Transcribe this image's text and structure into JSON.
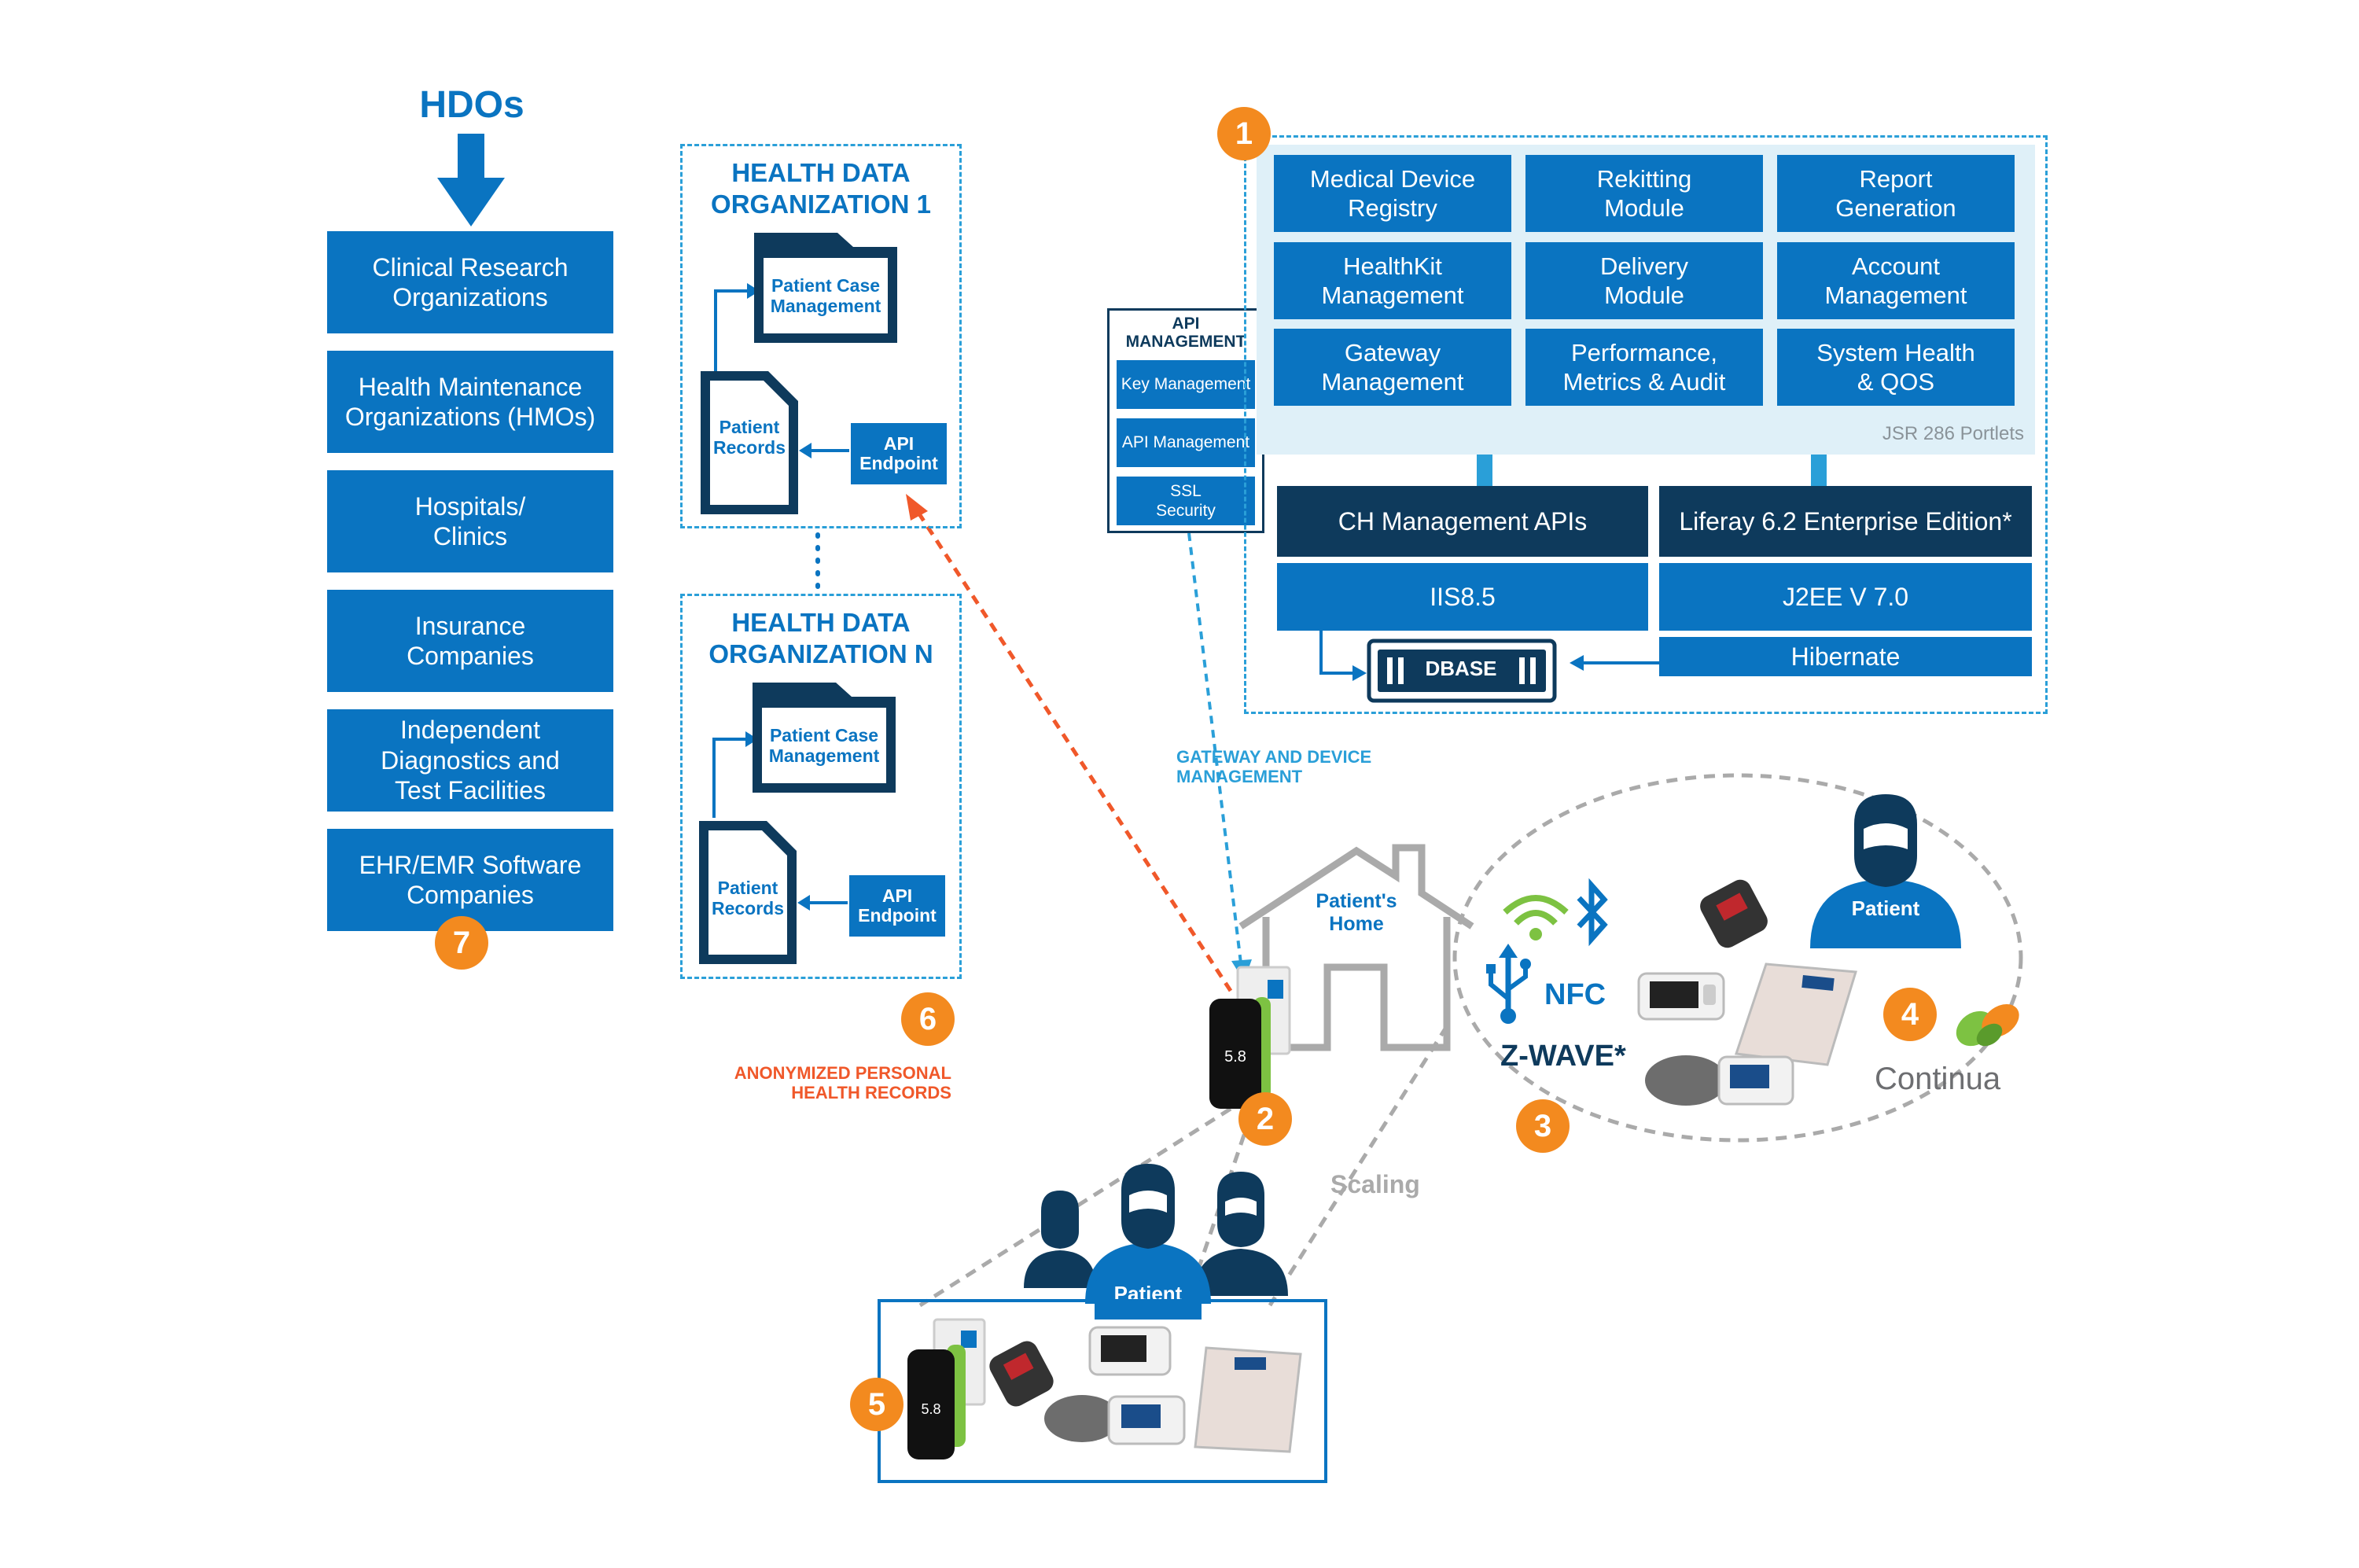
{
  "hdos": {
    "title": "HDOs",
    "items": [
      "Clinical Research Organizations",
      "Health Maintenance Organizations (HMOs)",
      "Hospitals/ Clinics",
      "Insurance Companies",
      "Independent Diagnostics and Test Facilities",
      "EHR/EMR Software Companies"
    ]
  },
  "org1": {
    "title_line1": "HEALTH DATA",
    "title_line2": "ORGANIZATION 1",
    "case": "Patient Case Management",
    "records": "Patient Records",
    "api": "API Endpoint"
  },
  "orgN": {
    "title_line1": "HEALTH DATA",
    "title_line2": "ORGANIZATION N",
    "case": "Patient Case Management",
    "records": "Patient Records",
    "api": "API Endpoint"
  },
  "anonymized": {
    "line1": "ANONYMIZED PERSONAL",
    "line2": "HEALTH RECORDS"
  },
  "api_mgmt": {
    "title": "API MANAGEMENT",
    "items": [
      "Key Management",
      "API Management",
      "SSL Security"
    ]
  },
  "platform": {
    "modules": [
      "Medical Device Registry",
      "Rekitting Module",
      "Report Generation",
      "HealthKit Management",
      "Delivery Module",
      "Account Management",
      "Gateway Management",
      "Performance, Metrics & Audit",
      "System Health & QOS"
    ],
    "portlets": "JSR 286 Portlets",
    "ch_apis": "CH Management APIs",
    "liferay": "Liferay 6.2 Enterprise Edition*",
    "iis": "IIS8.5",
    "j2ee": "J2EE V 7.0",
    "hibernate": "Hibernate",
    "dbase": "DBASE"
  },
  "gateway_label": {
    "line1": "GATEWAY AND DEVICE",
    "line2": "MANAGEMENT"
  },
  "home": {
    "line1": "Patient's",
    "line2": "Home"
  },
  "connectivity": {
    "nfc": "NFC",
    "zwave": "Z-WAVE*"
  },
  "patient_label": "Patient",
  "continua": "Continua",
  "scaling": "Scaling",
  "gateway_display": "5.8",
  "badges": [
    "1",
    "2",
    "3",
    "4",
    "5",
    "6",
    "7"
  ],
  "colors": {
    "blue": "#0a74c1",
    "navy": "#0e3a5c",
    "orange": "#f38a1f",
    "light": "#dff0f8",
    "cyan": "#2a9fd8",
    "red_dash": "#f0582a",
    "green": "#7dc242"
  }
}
